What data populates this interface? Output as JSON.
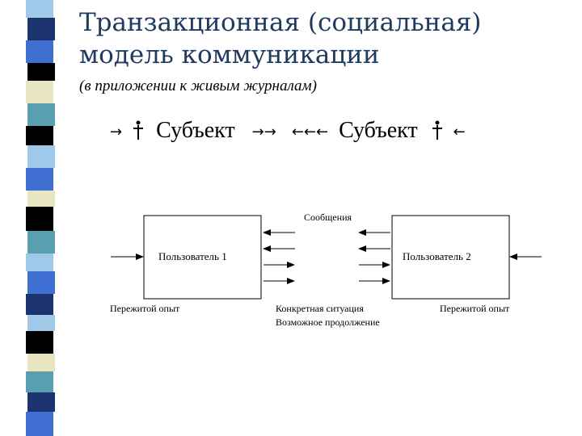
{
  "title": "Транзакционная (социальная) модель коммуникации",
  "subtitle": "(в приложении к живым журналам)",
  "formula": {
    "arrow_right": "→",
    "person": "👤",
    "subject_left": "Субъект",
    "arrows_right": "→→",
    "arrows_left": "←←←",
    "subject_right": "Субъект",
    "arrow_left": "←"
  },
  "diagram": {
    "user1": "Пользователь 1",
    "user2": "Пользователь 2",
    "messages": "Сообщения",
    "experience_left": "Пережитой опыт",
    "experience_right": "Пережитой опыт",
    "situation": "Конкретная ситуация",
    "continuation": "Возможное продолжение"
  },
  "colors": {
    "title": "#1f3a5f",
    "stripe_dark": "#1b3470",
    "stripe_blue": "#3f6fd0",
    "stripe_teal": "#5a9fb0",
    "stripe_light": "#e8e6c0",
    "stripe_sky": "#a0c8e8",
    "stripe_black": "#000000"
  }
}
